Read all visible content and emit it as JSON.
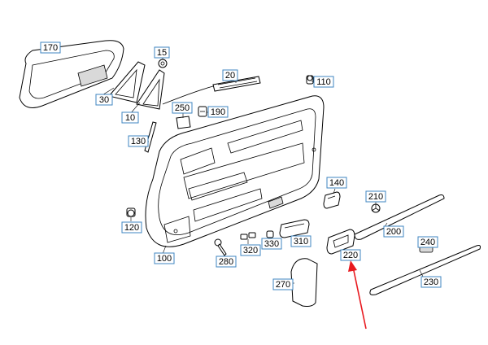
{
  "colors": {
    "callout_border": "#3f86c0",
    "highlight": "#e8191f",
    "line": "#000000"
  },
  "highlighted_part": "220",
  "callouts": [
    {
      "id": "c170",
      "label": "170"
    },
    {
      "id": "c15",
      "label": "15"
    },
    {
      "id": "c20",
      "label": "20"
    },
    {
      "id": "c110",
      "label": "110"
    },
    {
      "id": "c30",
      "label": "30"
    },
    {
      "id": "c10",
      "label": "10"
    },
    {
      "id": "c250",
      "label": "250"
    },
    {
      "id": "c190",
      "label": "190"
    },
    {
      "id": "c130",
      "label": "130"
    },
    {
      "id": "c140",
      "label": "140"
    },
    {
      "id": "c210",
      "label": "210"
    },
    {
      "id": "c120",
      "label": "120"
    },
    {
      "id": "c200",
      "label": "200"
    },
    {
      "id": "c240",
      "label": "240"
    },
    {
      "id": "c330",
      "label": "330"
    },
    {
      "id": "c310",
      "label": "310"
    },
    {
      "id": "c320",
      "label": "320"
    },
    {
      "id": "c280",
      "label": "280"
    },
    {
      "id": "c100",
      "label": "100"
    },
    {
      "id": "c220",
      "label": "220"
    },
    {
      "id": "c230",
      "label": "230"
    },
    {
      "id": "c270",
      "label": "270"
    }
  ]
}
